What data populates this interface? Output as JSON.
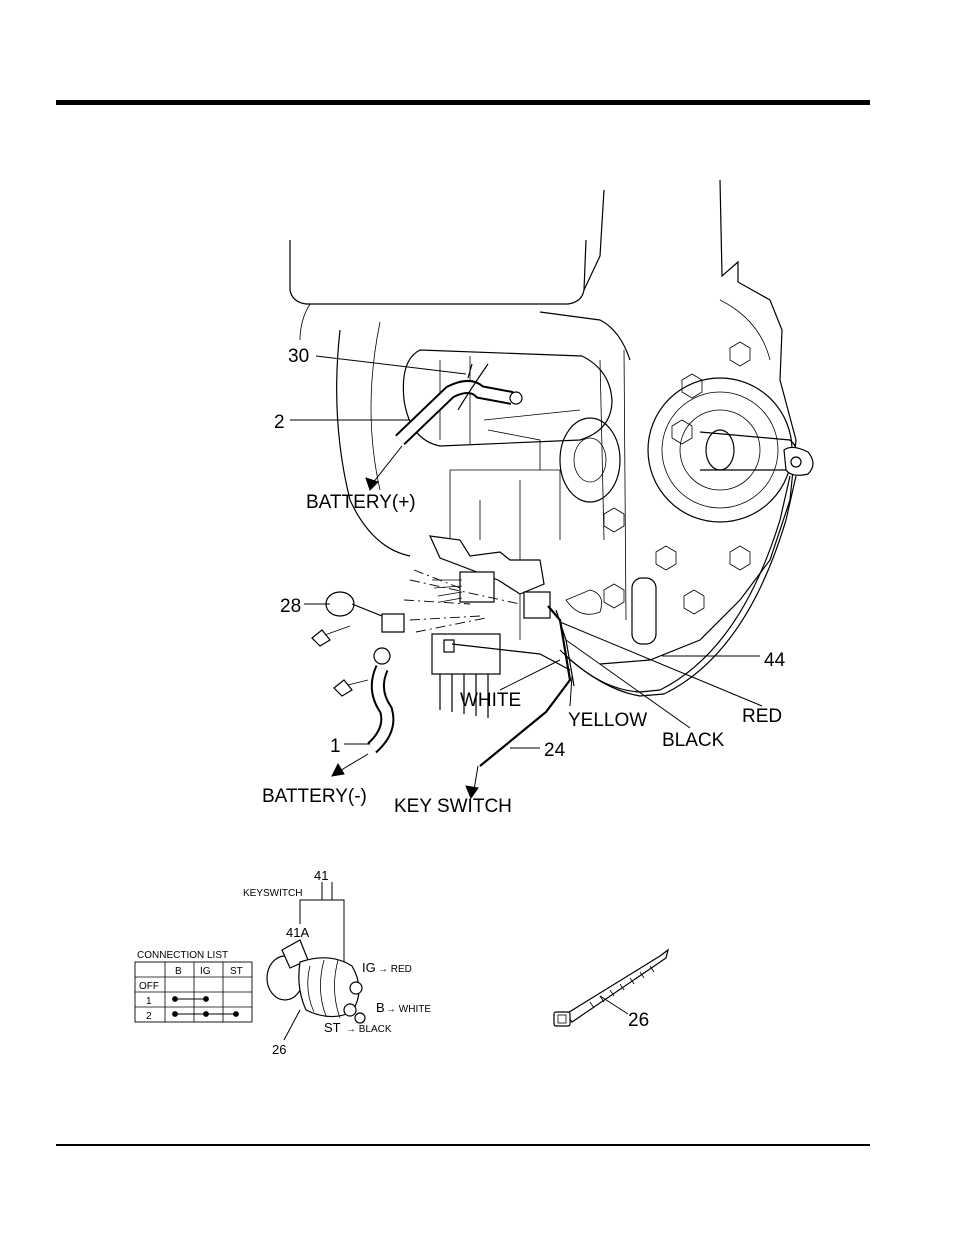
{
  "diagram": {
    "callouts": {
      "c30": "30",
      "c2": "2",
      "battery_pos": "BATTERY(+)",
      "c28": "28",
      "c1": "1",
      "battery_neg": "BATTERY(-)",
      "white": "WHITE",
      "yellow": "YELLOW",
      "black": "BLACK",
      "red": "RED",
      "c44": "44",
      "c24": "24",
      "key_switch": "KEY SWITCH"
    },
    "keyswitch": {
      "c41": "41",
      "title": "KEYSWITCH",
      "c41a": "41A",
      "ig": "IG",
      "ig_wire": "→ RED",
      "b": "B",
      "b_wire": "→ WHITE",
      "st": "ST",
      "st_wire": "→ BLACK",
      "c26": "26"
    },
    "connection_list": {
      "title": "CONNECTION LIST",
      "headers": [
        "",
        "B",
        "IG",
        "ST"
      ],
      "rows": [
        "OFF",
        "1",
        "2"
      ]
    },
    "cable_tie": {
      "c26": "26"
    }
  }
}
